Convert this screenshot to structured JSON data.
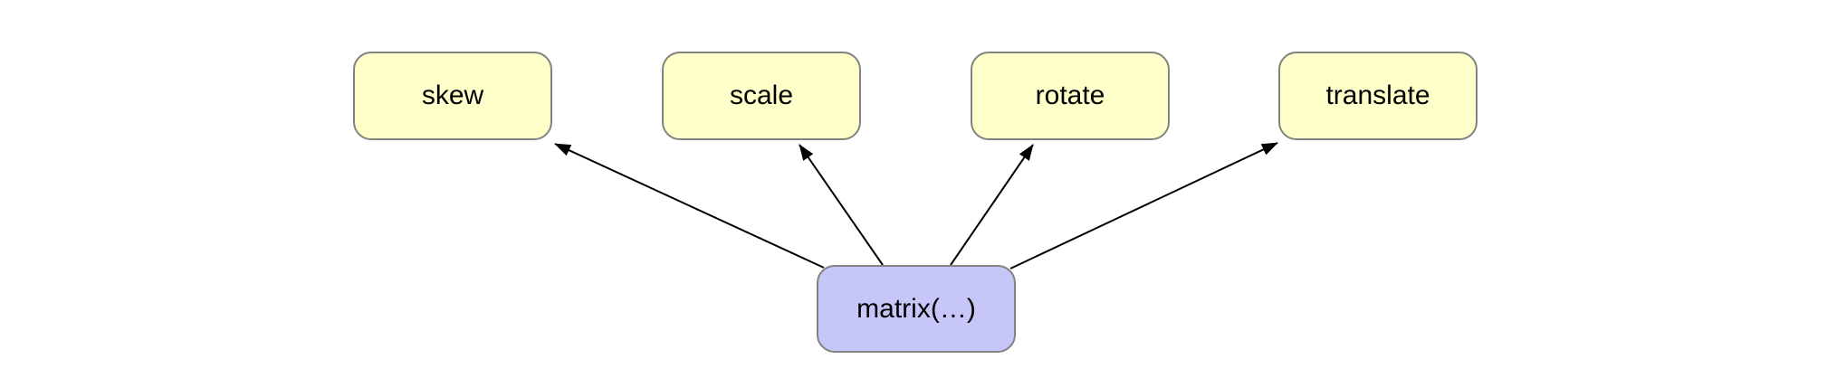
{
  "diagram": {
    "nodes": {
      "skew": {
        "label": "skew",
        "fill": "#ffffc9"
      },
      "scale": {
        "label": "scale",
        "fill": "#ffffc9"
      },
      "rotate": {
        "label": "rotate",
        "fill": "#ffffc9"
      },
      "translate": {
        "label": "translate",
        "fill": "#ffffc9"
      },
      "matrix": {
        "label": "matrix(…)",
        "fill": "#c6c6f8"
      }
    },
    "edges": [
      {
        "from": "matrix",
        "to": "skew"
      },
      {
        "from": "matrix",
        "to": "scale"
      },
      {
        "from": "matrix",
        "to": "rotate"
      },
      {
        "from": "matrix",
        "to": "translate"
      }
    ],
    "colors": {
      "background": "#ffffff",
      "function_box_fill": "#ffffc9",
      "matrix_box_fill": "#c6c6f8",
      "box_border": "#828282",
      "arrow": "#000000",
      "text": "#000000"
    }
  }
}
